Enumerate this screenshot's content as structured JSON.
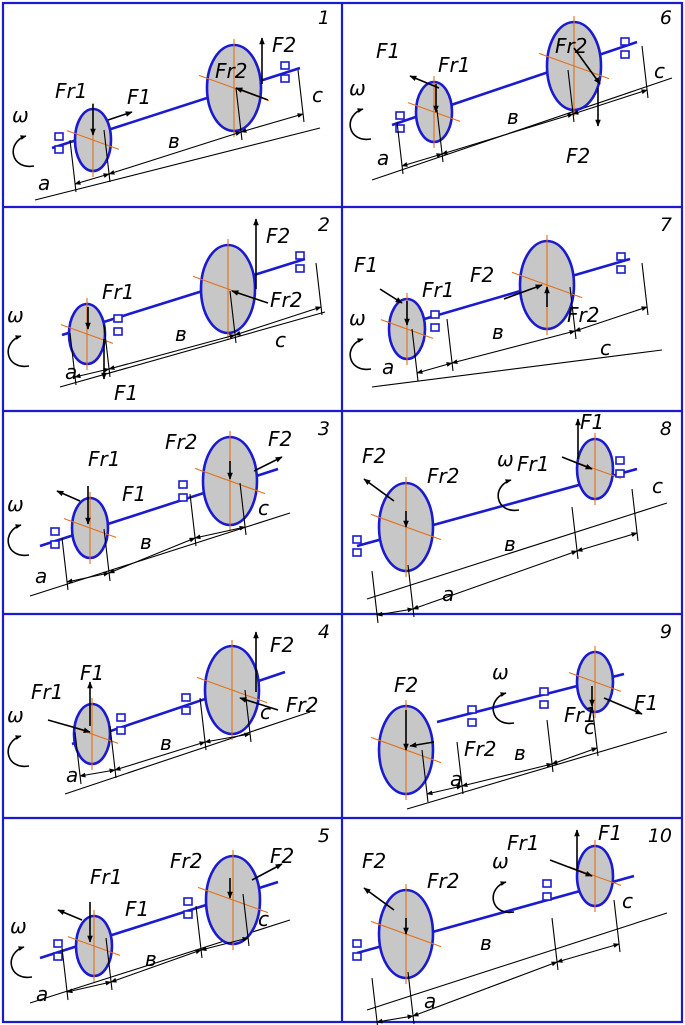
{
  "labels": {
    "fr1": "Fr1",
    "fr2": "Fr2",
    "f1": "F1",
    "f2": "F2",
    "omega": "ω",
    "a": "a",
    "b": "в",
    "c": "c"
  },
  "panels": [
    {
      "number": "1"
    },
    {
      "number": "6"
    },
    {
      "number": "2"
    },
    {
      "number": "7"
    },
    {
      "number": "3"
    },
    {
      "number": "8"
    },
    {
      "number": "4"
    },
    {
      "number": "9"
    },
    {
      "number": "5"
    },
    {
      "number": "10"
    }
  ],
  "colors": {
    "shaft": "#1a1ad0",
    "gear_fill": "#c7c7c7",
    "axis": "#e0701a",
    "ink": "#000000"
  }
}
